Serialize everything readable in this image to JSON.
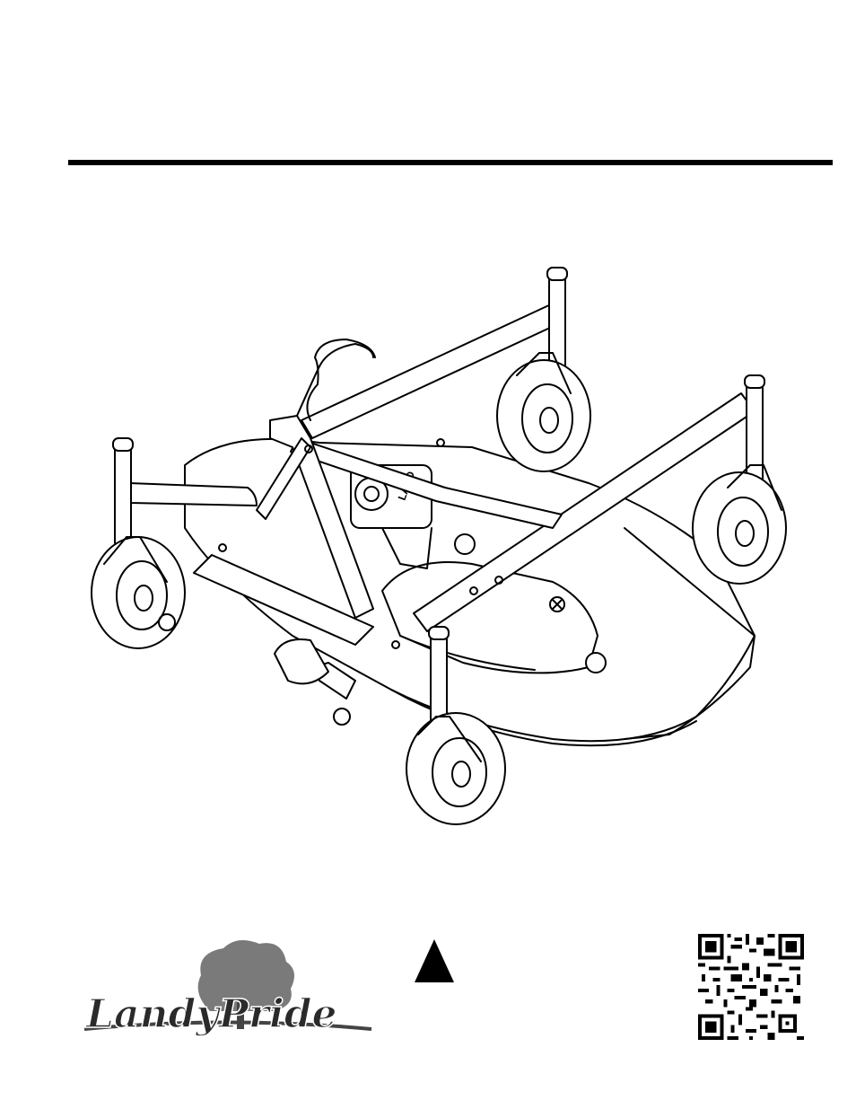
{
  "document": {
    "illustration": {
      "name": "rear-discharge-finishing-mower",
      "stamp_text": "LAND"
    },
    "logo": {
      "text": "LandyPride"
    },
    "warning_symbol": {
      "icon": "warning-triangle-icon"
    },
    "qr_code": {
      "icon": "qr-code"
    },
    "colors": {
      "ink": "#000000",
      "logo_gray": "#7a7a7a",
      "paper": "#ffffff"
    }
  }
}
